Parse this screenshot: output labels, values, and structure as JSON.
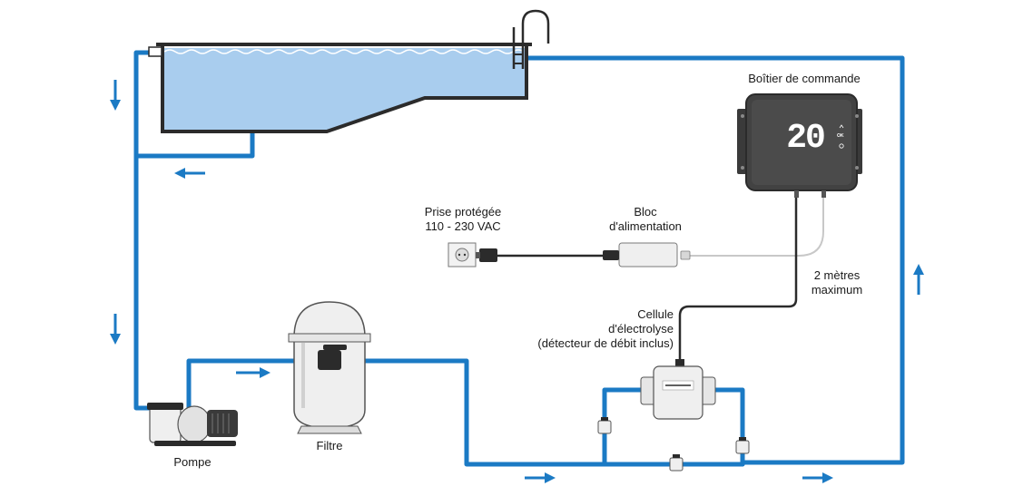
{
  "labels": {
    "control_box": "Boîtier de commande",
    "display_value": "20",
    "ok_button": "OK",
    "outlet_line1": "Prise protégée",
    "outlet_line2": "110 - 230 VAC",
    "power_line1": "Bloc",
    "power_line2": "d'alimentation",
    "distance_line1": "2 mètres",
    "distance_line2": "maximum",
    "cell_line1": "Cellule",
    "cell_line2": "d'électrolyse",
    "cell_line3": "(détecteur de débit inclus)",
    "filter": "Filtre",
    "pump": "Pompe"
  },
  "colors": {
    "pipe": "#1b7ac4",
    "water": "#a9cdee",
    "dark": "#2b2b2b",
    "device": "#efefef"
  }
}
